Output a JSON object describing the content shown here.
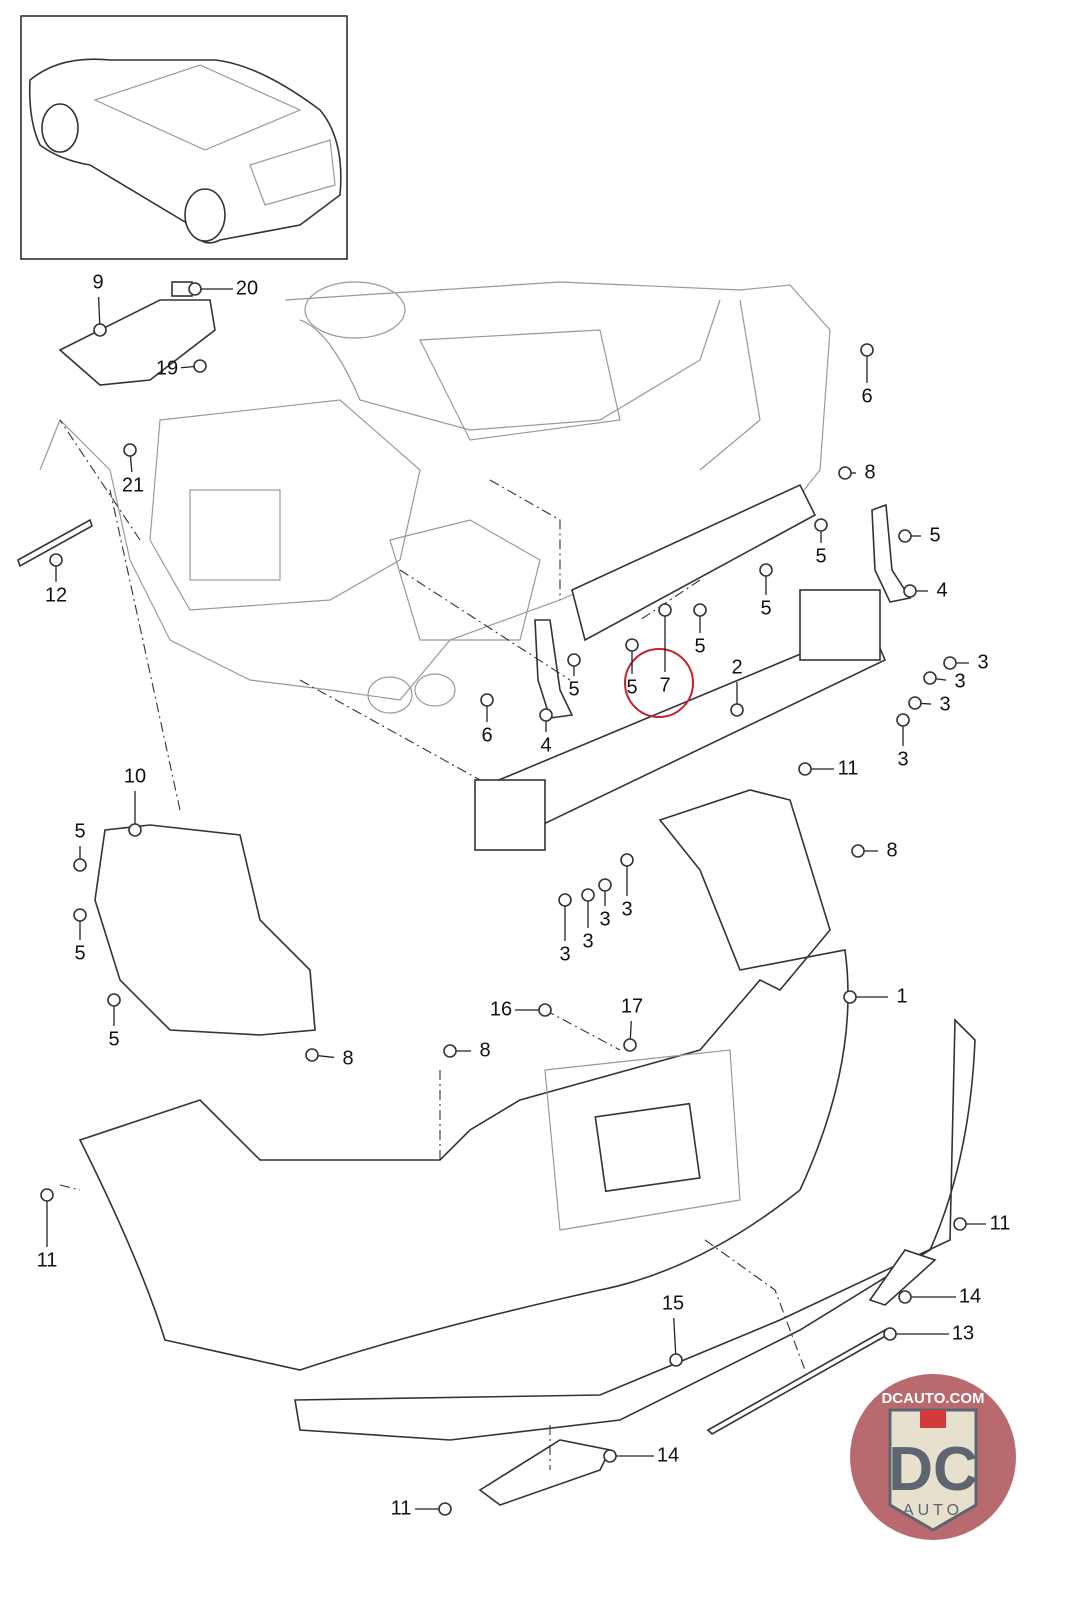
{
  "diagram": {
    "callouts": [
      "9",
      "20",
      "19",
      "21",
      "12",
      "6",
      "8",
      "5",
      "4",
      "5",
      "5",
      "5",
      "5",
      "7",
      "2",
      "3",
      "3",
      "3",
      "3",
      "5",
      "4",
      "6",
      "11",
      "10",
      "5",
      "5",
      "5",
      "8",
      "3",
      "3",
      "3",
      "3",
      "1",
      "16",
      "17",
      "8",
      "8",
      "11",
      "11",
      "14",
      "15",
      "13",
      "14",
      "11"
    ],
    "highlighted_callout": "7",
    "highlight_color": "#c8202a"
  },
  "logo": {
    "url_text": "DCAUTO.COM",
    "letters": "DC",
    "sub": "AUTO",
    "colors": {
      "ring": "#b86a6e",
      "shield": "#e6e0cc",
      "letters": "#5d6670",
      "accent": "#d13a3a"
    }
  }
}
